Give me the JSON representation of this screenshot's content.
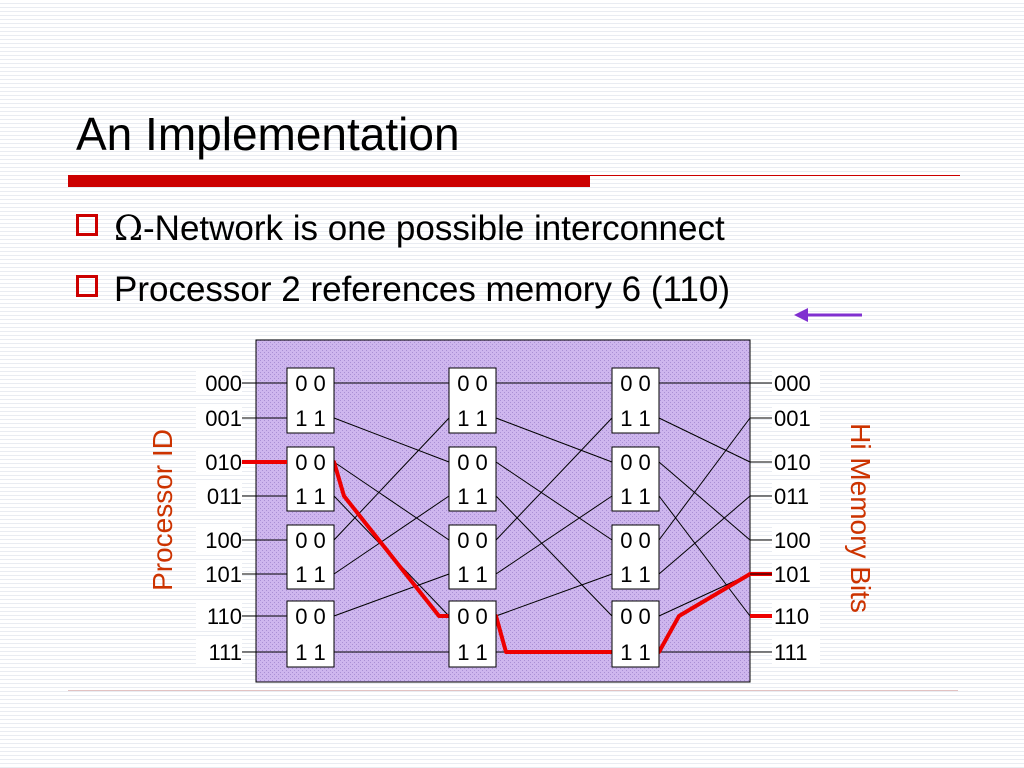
{
  "slide": {
    "title": "An Implementation",
    "bullets": [
      {
        "symbol": "Ω",
        "text": "-Network is one possible interconnect"
      },
      {
        "text": "Processor 2 references memory 6 (110)"
      }
    ]
  },
  "diagram": {
    "left_label": "Processor ID",
    "right_label": "Hi Memory Bits",
    "left_ids": [
      "000",
      "001",
      "010",
      "011",
      "100",
      "101",
      "110",
      "111"
    ],
    "right_ids": [
      "000",
      "001",
      "010",
      "011",
      "100",
      "101",
      "110",
      "111"
    ],
    "switch_top_label": "0 0",
    "switch_bottom_label": "1 1",
    "stages": 3,
    "switches_per_stage": 4,
    "highlighted_route": {
      "source": "010",
      "destination": "110"
    },
    "colors": {
      "panel": "#ceb6ee",
      "route": "#ee0000",
      "arrow": "#8030d0",
      "label": "#cc3300",
      "accent": "#cc0000"
    }
  }
}
